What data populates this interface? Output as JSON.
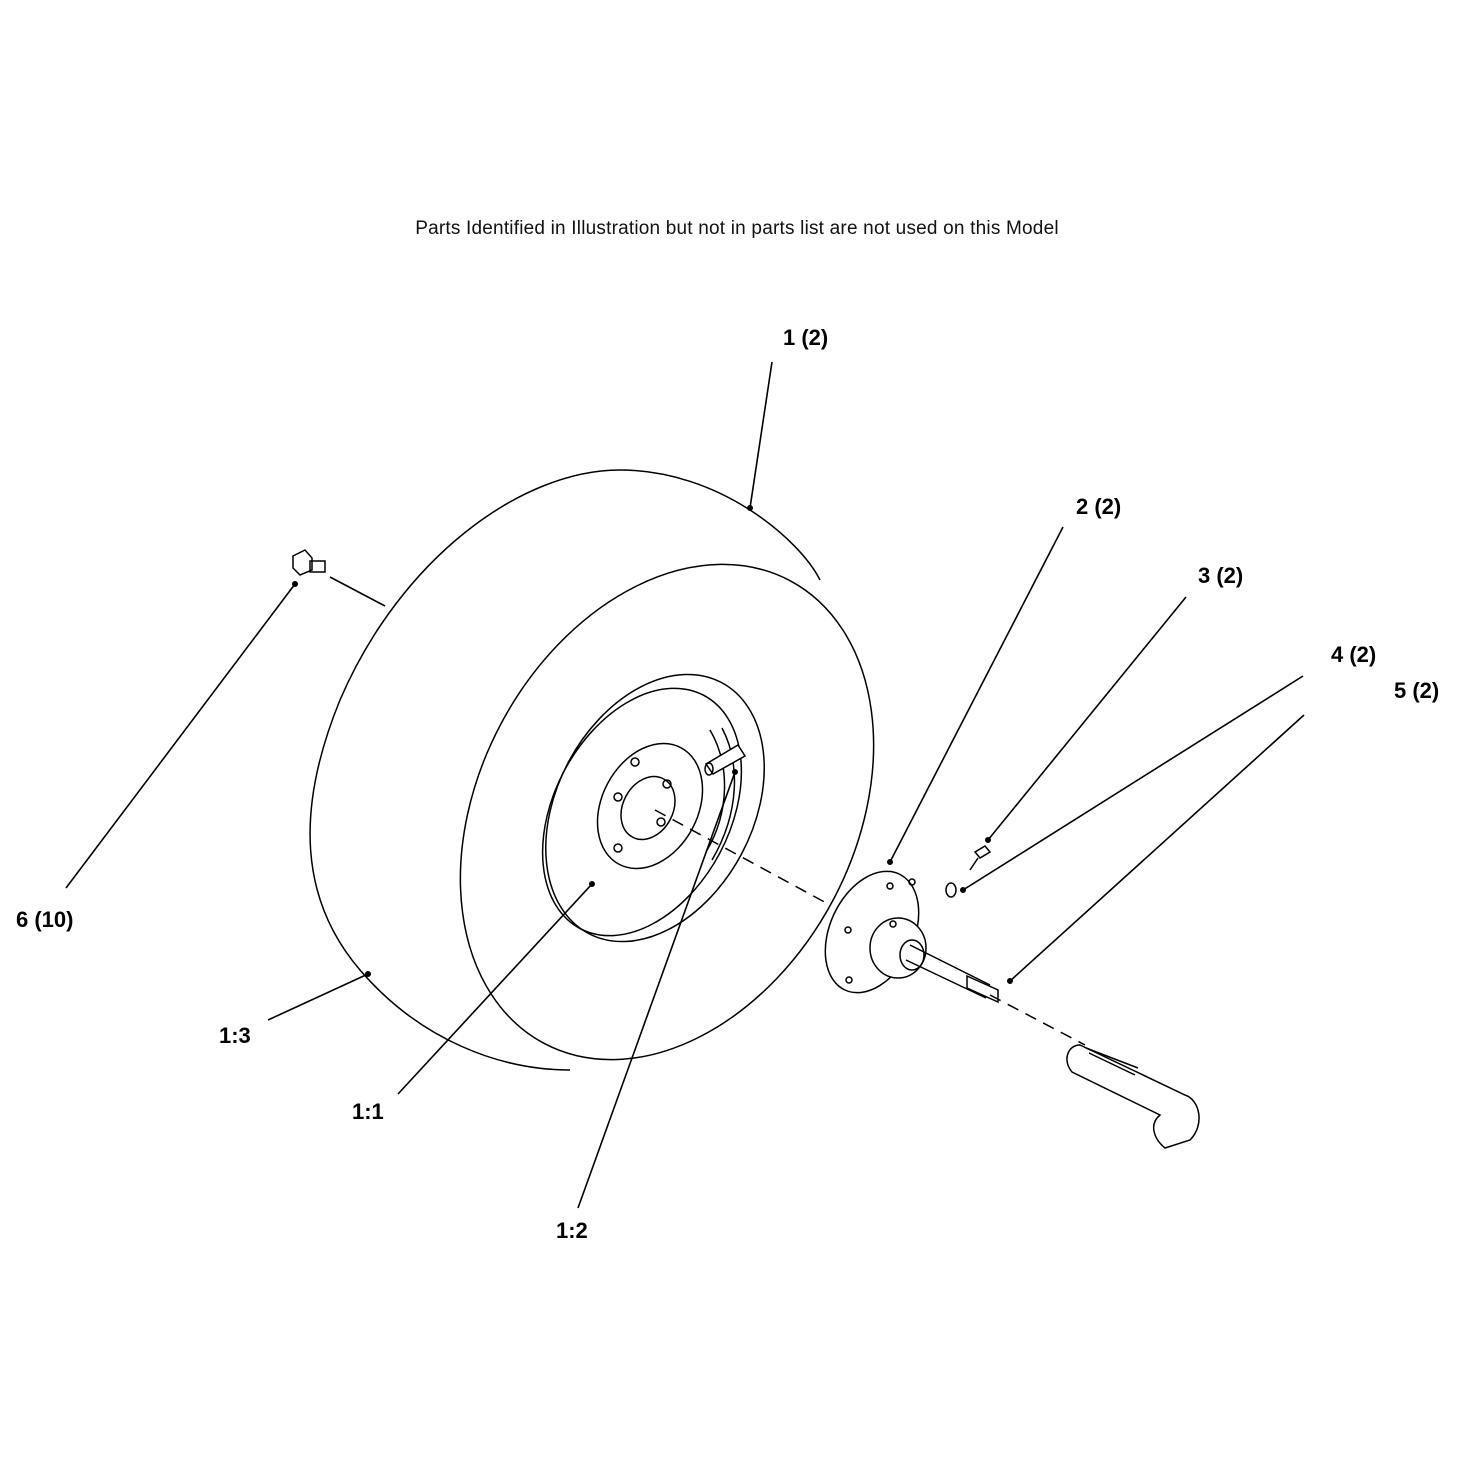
{
  "notice": "Parts Identified in Illustration but not in parts list are not used on this Model",
  "callouts": {
    "c1": "1 (2)",
    "c2": "2 (2)",
    "c3": "3 (2)",
    "c4": "4 (2)",
    "c5": "5 (2)",
    "c6": "6 (10)",
    "c11": "1:1",
    "c12": "1:2",
    "c13": "1:3"
  }
}
